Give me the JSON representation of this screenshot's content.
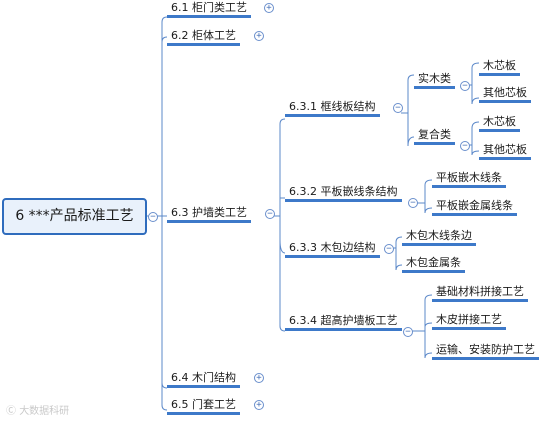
{
  "root": {
    "label": "6 ***产品标准工艺"
  },
  "branches": {
    "b61": "6.1  柜门类工艺",
    "b62": "6.2  柜体工艺",
    "b63": "6.3  护墙类工艺",
    "b64": "6.4  木门结构",
    "b65": "6.5  门套工艺"
  },
  "s631": {
    "label": "6.3.1  框线板结构",
    "solid": {
      "label": "实木类",
      "children": [
        "木芯板",
        "其他芯板"
      ]
    },
    "composite": {
      "label": "复合类",
      "children": [
        "木芯板",
        "其他芯板"
      ]
    }
  },
  "s632": {
    "label": "6.3.2  平板嵌线条结构",
    "children": [
      "平板嵌木线条",
      "平板嵌金属线条"
    ]
  },
  "s633": {
    "label": "6.3.3  木包边结构",
    "children": [
      "木包木线条边",
      "木包金属条"
    ]
  },
  "s634": {
    "label": "6.3.4  超高护墙板工艺",
    "children": [
      "基础材料拼接工艺",
      "木皮拼接工艺",
      "运输、安装防护工艺"
    ]
  },
  "watermark": "大数据科研"
}
